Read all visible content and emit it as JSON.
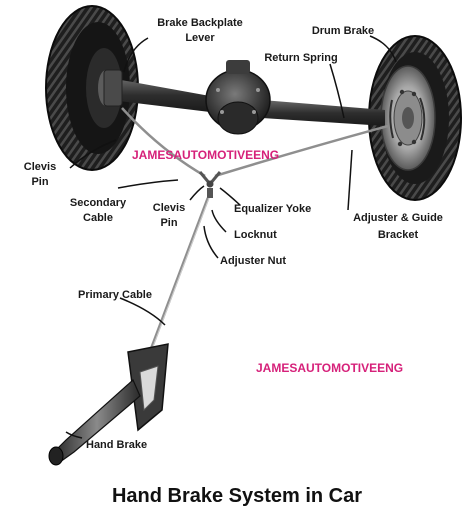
{
  "title": "Hand Brake System in Car",
  "watermark": "JAMESAUTOMOTIVEENG",
  "labels": {
    "brake_backplate_lever": [
      "Brake Backplate",
      "Lever"
    ],
    "drum_brake": "Drum Brake",
    "return_spring": "Return Spring",
    "clevis_pin_left": [
      "Clevis",
      "Pin"
    ],
    "secondary_cable": [
      "Secondary",
      "Cable"
    ],
    "clevis_pin_center": [
      "Clevis",
      "Pin"
    ],
    "equalizer_yoke": "Equalizer Yoke",
    "locknut": "Locknut",
    "adjuster_nut": "Adjuster Nut",
    "adjuster_guide_bracket": [
      "Adjuster & Guide",
      "Bracket"
    ],
    "primary_cable": "Primary Cable",
    "hand_brake": "Hand Brake"
  },
  "colors": {
    "watermark": "#d6217a",
    "tire": "#1b1b1b",
    "axle": "#3a3a3a",
    "cable": "#9a9a9a",
    "text": "#1a1a1a"
  }
}
